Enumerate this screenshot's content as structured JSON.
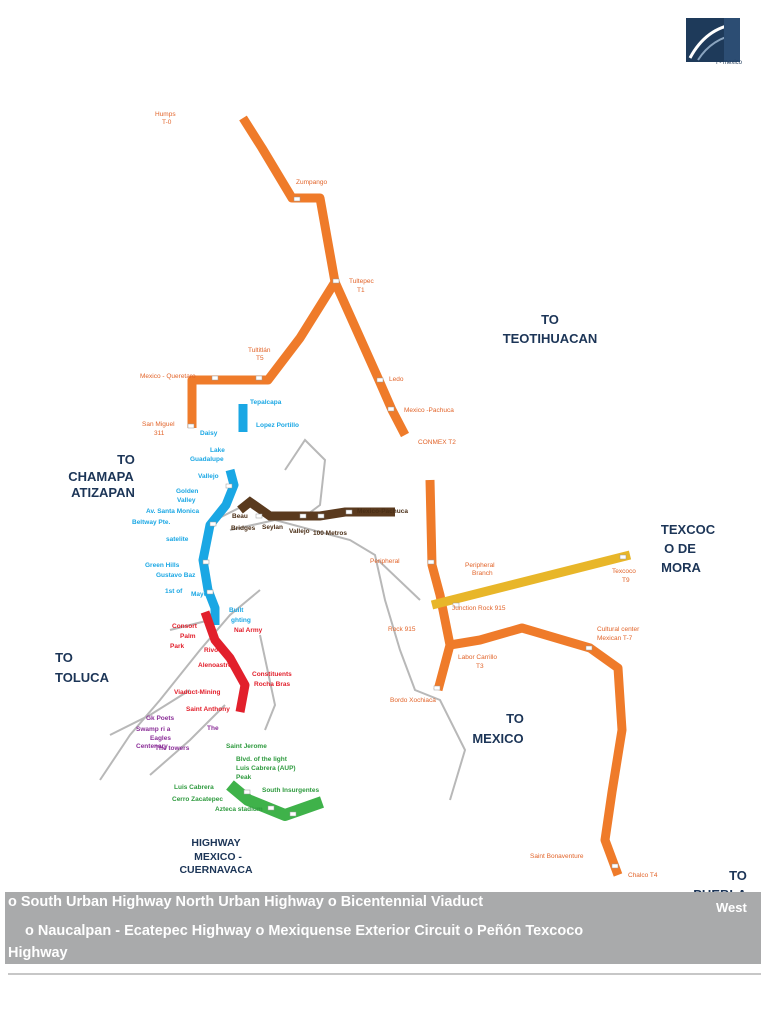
{
  "logo": {
    "text": "I - mexico"
  },
  "directions": {
    "teotihuacan": [
      "TO",
      "TEOTIHUACAN"
    ],
    "chamapa": [
      "TO",
      "CHAMAPA",
      "ATIZAPAN"
    ],
    "texcoco": [
      "TEXCOC",
      "O DE",
      "MORA"
    ],
    "toluca": [
      "TO",
      "TOLUCA"
    ],
    "mexico": [
      "TO",
      "MEXICO"
    ],
    "cuernavaca": [
      "HIGHWAY",
      "MEXICO -",
      "CUERNAVACA"
    ],
    "puebla": [
      "TO",
      "PUEBLA"
    ]
  },
  "labels": {
    "north_orange": [
      "Humps",
      "T-0",
      "Zumpango",
      "Tultepec",
      "T1",
      "Tultitlán",
      "T5",
      "Mexico - Queretaro",
      "San Miguel",
      "311",
      "Ledo",
      "Mexico -Pachuca",
      "CONMEX T2"
    ],
    "blue": [
      "Tepalcapa",
      "Lopez Portillo",
      "Daisy",
      "Lake",
      "Guadalupe",
      "Vallejo",
      "Golden",
      "Valley",
      "Av. Santa Monica",
      "Beltway Pte.",
      "satelite",
      "Green Hills",
      "Gustavo Baz",
      "1st of",
      "Mayo",
      "Built",
      "ghting"
    ],
    "brown": [
      "Beau",
      "Bridges",
      "Seylan",
      "Vallejo",
      "100 Metros",
      "Mexico-Pachuca"
    ],
    "red": [
      "Consort",
      "Palm",
      "Park",
      "Rivoux",
      "Nal Army",
      "Alenoastre",
      "Constituents",
      "Rocha Bras",
      "Viaduct-Mining",
      "Saint Anthony"
    ],
    "purple": [
      "Gk Poets",
      "Swamp ri a",
      "Eagles",
      "Centenary",
      "The towers",
      "The"
    ],
    "green": [
      "Saint Jerome",
      "Blvd. of the light",
      "Luis Cabrera (AUP)",
      "Peak",
      "Luis Cabrera",
      "Cerro Zacatepec",
      "South Insurgentes",
      "Azteca stadium"
    ],
    "east": [
      "Peripheral",
      "Peripheral",
      "Branch",
      "Texcoco",
      "T9",
      "Junction Rock 915",
      "Cultural center",
      "Mexican T-7",
      "Rock 915",
      "Labor Carrillo",
      "T3",
      "Bordo Xochiaca",
      "Saint Bonaventure",
      "Chalco T4"
    ]
  },
  "legend": {
    "line1": "o South Urban Highway North Urban Highway o Bicentennial Viaduct",
    "line2": "o Naucalpan - Ecatepec Highway o Mexiquense Exterior Circuit o Peñón Texcoco",
    "line3": "Highway",
    "west": "West"
  },
  "colors": {
    "orange": "#ef7b2a",
    "blue": "#1aa7e4",
    "brown": "#5a3a1e",
    "red": "#e2202c",
    "green": "#3fb24a",
    "yellow": "#e8b629",
    "purple": "#8b2f98",
    "gray": "#b8b8b8",
    "navy": "#1c3557"
  }
}
